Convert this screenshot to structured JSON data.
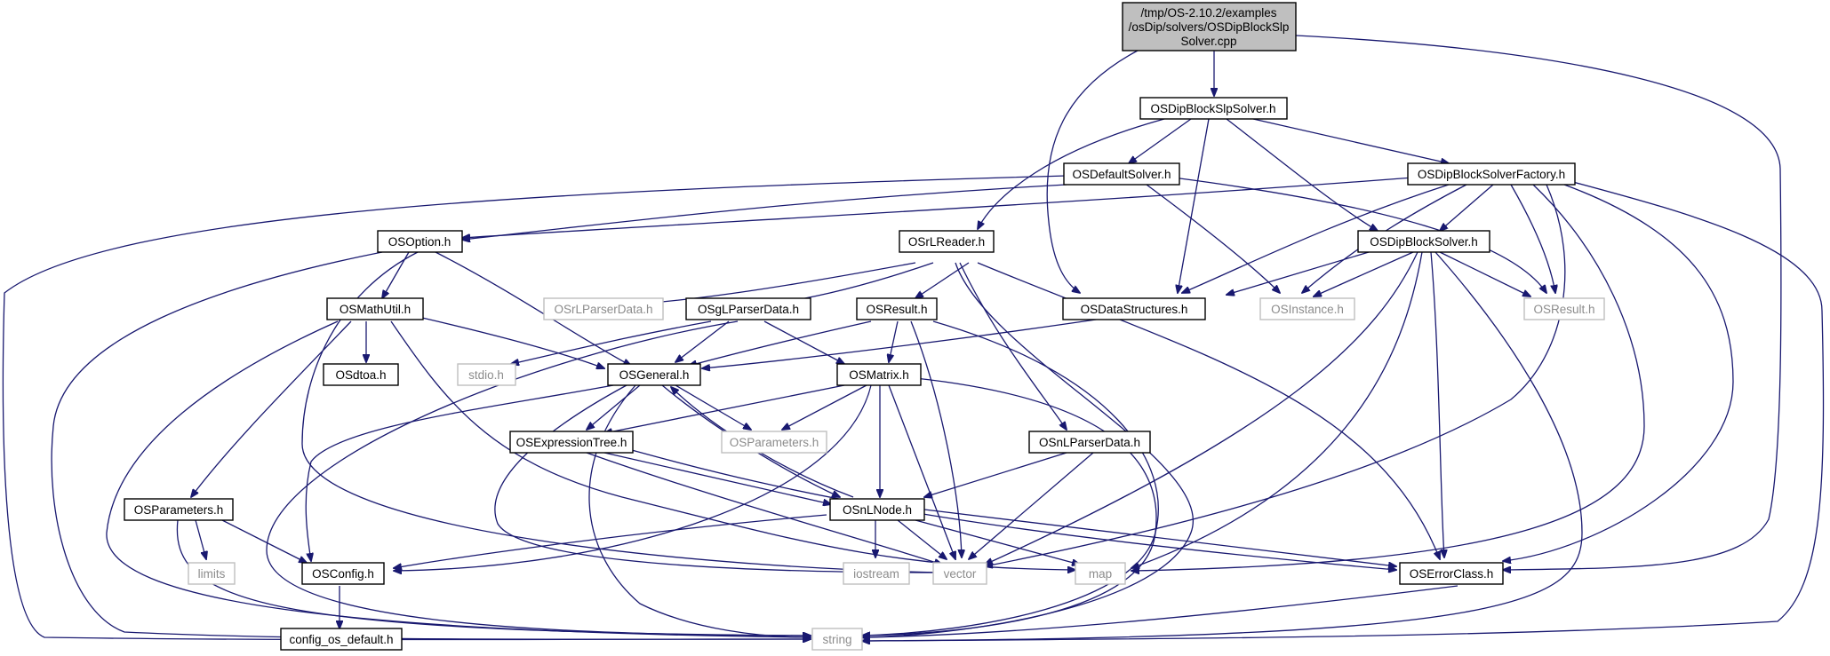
{
  "root": {
    "lines": [
      "/tmp/OS-2.10.2/examples",
      "/osDip/solvers/OSDipBlockSlp",
      "Solver.cpp"
    ]
  },
  "files": {
    "osdipblockslpsolver_h": "OSDipBlockSlpSolver.h",
    "osdefaultsolver_h": "OSDefaultSolver.h",
    "osdipblocksolverfactory_h": "OSDipBlockSolverFactory.h",
    "osoption_h": "OSOption.h",
    "osrlreader_h": "OSrLReader.h",
    "osdipblocksolver_h": "OSDipBlockSolver.h",
    "osmathutil_h": "OSMathUtil.h",
    "osrlparserdata_h": "OSrLParserData.h",
    "osglparserdata_h": "OSgLParserData.h",
    "osresult_h_internal": "OSResult.h",
    "osdatastructures_h": "OSDataStructures.h",
    "osinstance_h": "OSInstance.h",
    "osresult_h_external": "OSResult.h",
    "stdio_h": "stdio.h",
    "osdtoa_h": "OSdtoa.h",
    "osgeneral_h": "OSGeneral.h",
    "osmatrix_h": "OSMatrix.h",
    "osexpressiontree_h": "OSExpressionTree.h",
    "osparameters_h_external": "OSParameters.h",
    "osnlparserdata_h": "OSnLParserData.h",
    "osparameters_h_internal": "OSParameters.h",
    "osnlnode_h": "OSnLNode.h",
    "limits": "limits",
    "osconfig_h": "OSConfig.h",
    "iostream": "iostream",
    "vector": "vector",
    "map": "map",
    "oserrorclass_h": "OSErrorClass.h",
    "config_os_default_h": "config_os_default.h",
    "string": "string"
  },
  "colors": {
    "edge": "#191970",
    "root_fill": "#bfbfbf",
    "node_border": "#000000",
    "external_border": "#bfbfbf",
    "external_text": "#8c8c8c"
  }
}
